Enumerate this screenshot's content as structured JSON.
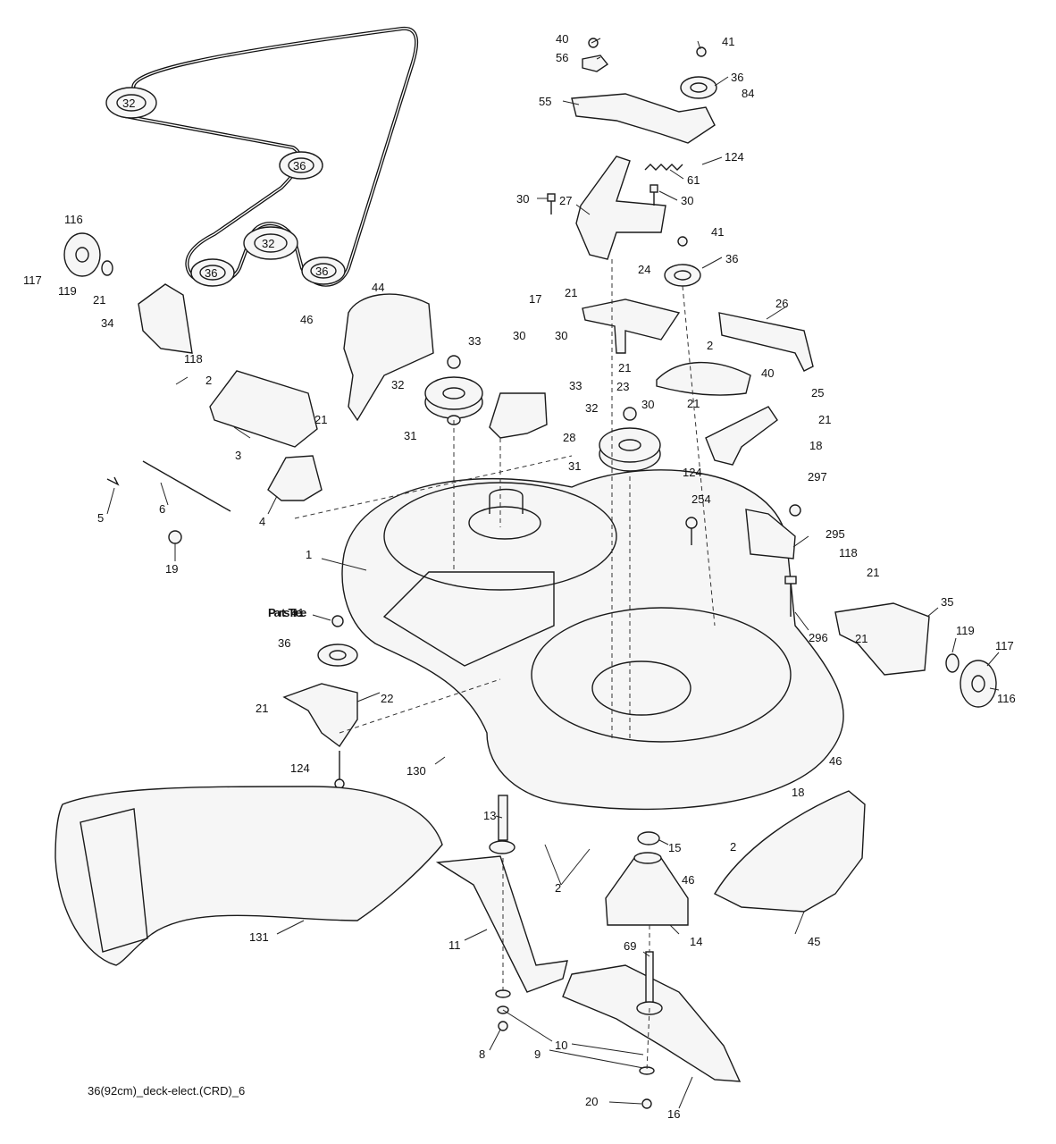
{
  "watermark": {
    "brand": "PartsTree",
    "trademark": "TM"
  },
  "caption": "36(92cm)_deck-elect.(CRD)_6",
  "belt_pulley_labels": [
    "32",
    "36",
    "32",
    "36",
    "36"
  ],
  "callouts": [
    "40",
    "56",
    "41",
    "36",
    "84",
    "55",
    "124",
    "61",
    "30",
    "27",
    "30",
    "41",
    "36",
    "17",
    "21",
    "24",
    "26",
    "2",
    "21",
    "40",
    "23",
    "116",
    "117",
    "119",
    "21",
    "34",
    "118",
    "2",
    "44",
    "46",
    "33",
    "30",
    "30",
    "32",
    "31",
    "28",
    "33",
    "32",
    "31",
    "30",
    "124",
    "21",
    "25",
    "21",
    "18",
    "3",
    "21",
    "5",
    "6",
    "4",
    "19",
    "254",
    "297",
    "295",
    "118",
    "21",
    "296",
    "35",
    "21",
    "119",
    "117",
    "116",
    "1",
    "41",
    "36",
    "21",
    "22",
    "124",
    "130",
    "46",
    "18",
    "2",
    "13",
    "15",
    "2",
    "46",
    "14",
    "45",
    "131",
    "11",
    "69",
    "8",
    "9",
    "10",
    "20",
    "16"
  ]
}
